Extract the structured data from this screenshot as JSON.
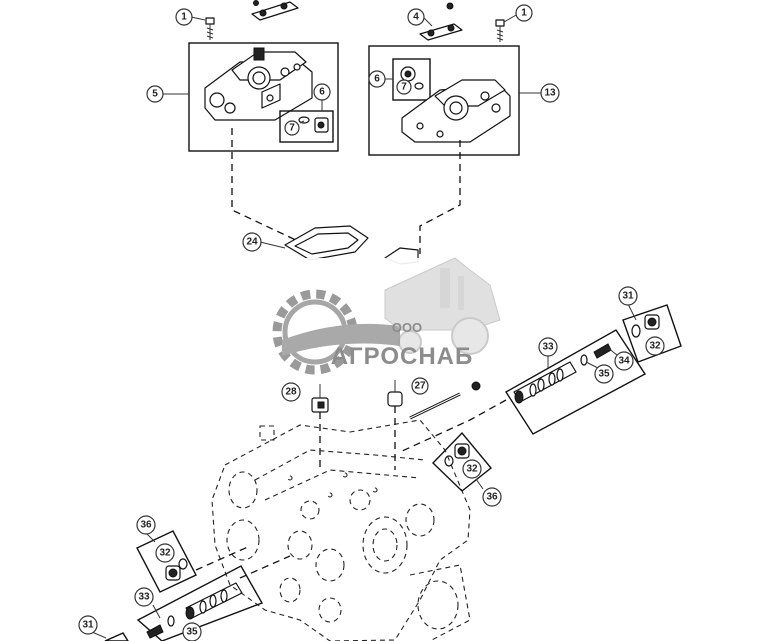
{
  "callouts": {
    "c1a": "1",
    "c1b": "1",
    "c4": "4",
    "c5": "5",
    "c6a": "6",
    "c7a": "7",
    "c6b": "6",
    "c7b": "7",
    "c13": "13",
    "c24": "24",
    "c28": "28",
    "c27": "27",
    "c31a": "31",
    "c32a": "32",
    "c33a": "33",
    "c34": "34",
    "c35a": "35",
    "c32b": "32",
    "c36a": "36",
    "c36b": "36",
    "c32c": "32",
    "c33b": "33",
    "c35b": "35",
    "c31b": "31"
  },
  "watermark": {
    "prefix": "ООО",
    "brand": "АГРОСНАБ"
  },
  "colors": {
    "line": "#111111",
    "watermark": "#8c8c8c",
    "background": "#ffffff"
  }
}
